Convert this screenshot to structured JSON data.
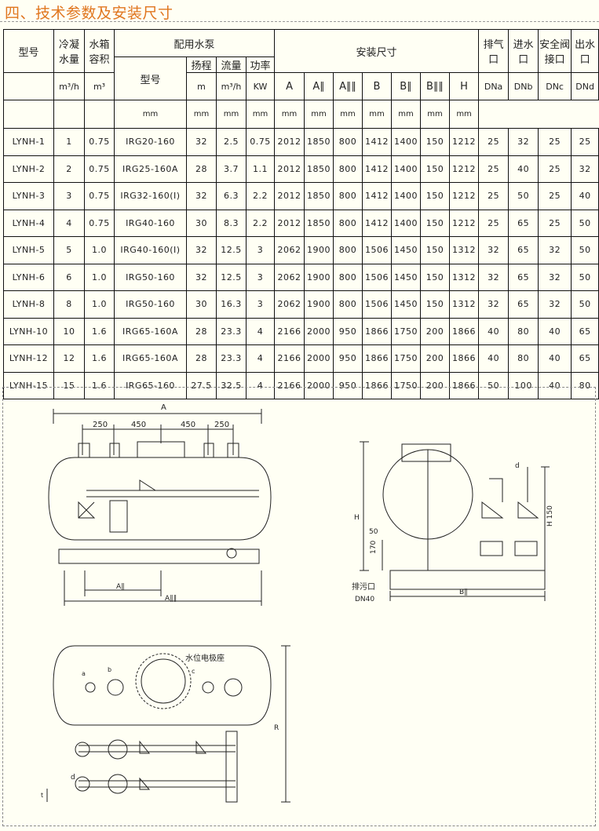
{
  "title": "四、技术参数及安装尺寸",
  "table": {
    "model_header": "型号",
    "cond_header": "冷凝水量",
    "tank_header": "水箱容积",
    "pump_group_header": "配用水泵",
    "pump_model_header": "型号",
    "head_header": "扬程",
    "flow_header": "流量",
    "power_header": "功率",
    "install_group_header": "安装尺寸",
    "dim_headers": [
      "A",
      "A∥",
      "A∥∥",
      "B",
      "B∥",
      "B∥∥",
      "H"
    ],
    "port_headers": [
      "排气口",
      "进水口",
      "安全阀接口",
      "出水口"
    ],
    "port_codes": [
      "DNa",
      "DNb",
      "DNc",
      "DNd"
    ],
    "units": [
      "m³/h",
      "m³",
      "m",
      "m³/h",
      "KW",
      "mm",
      "mm",
      "mm",
      "mm",
      "mm",
      "mm",
      "mm",
      "mm",
      "mm",
      "mm",
      "mm"
    ],
    "rows": [
      [
        "LYNH-1",
        "1",
        "0.75",
        "IRG20-160",
        "32",
        "2.5",
        "0.75",
        "2012",
        "1850",
        "800",
        "1412",
        "1400",
        "150",
        "1212",
        "25",
        "32",
        "25",
        "25"
      ],
      [
        "LYNH-2",
        "2",
        "0.75",
        "IRG25-160A",
        "28",
        "3.7",
        "1.1",
        "2012",
        "1850",
        "800",
        "1412",
        "1400",
        "150",
        "1212",
        "25",
        "40",
        "25",
        "32"
      ],
      [
        "LYNH-3",
        "3",
        "0.75",
        "IRG32-160(I)",
        "32",
        "6.3",
        "2.2",
        "2012",
        "1850",
        "800",
        "1412",
        "1400",
        "150",
        "1212",
        "25",
        "50",
        "25",
        "40"
      ],
      [
        "LYNH-4",
        "4",
        "0.75",
        "IRG40-160",
        "30",
        "8.3",
        "2.2",
        "2012",
        "1850",
        "800",
        "1412",
        "1400",
        "150",
        "1212",
        "25",
        "65",
        "25",
        "50"
      ],
      [
        "LYNH-5",
        "5",
        "1.0",
        "IRG40-160(I)",
        "32",
        "12.5",
        "3",
        "2062",
        "1900",
        "800",
        "1506",
        "1450",
        "150",
        "1312",
        "32",
        "65",
        "32",
        "50"
      ],
      [
        "LYNH-6",
        "6",
        "1.0",
        "IRG50-160",
        "32",
        "12.5",
        "3",
        "2062",
        "1900",
        "800",
        "1506",
        "1450",
        "150",
        "1312",
        "32",
        "65",
        "32",
        "50"
      ],
      [
        "LYNH-8",
        "8",
        "1.0",
        "IRG50-160",
        "30",
        "16.3",
        "3",
        "2062",
        "1900",
        "800",
        "1506",
        "1450",
        "150",
        "1312",
        "32",
        "65",
        "32",
        "50"
      ],
      [
        "LYNH-10",
        "10",
        "1.6",
        "IRG65-160A",
        "28",
        "23.3",
        "4",
        "2166",
        "2000",
        "950",
        "1866",
        "1750",
        "200",
        "1866",
        "40",
        "80",
        "40",
        "65"
      ],
      [
        "LYNH-12",
        "12",
        "1.6",
        "IRG65-160A",
        "28",
        "23.3",
        "4",
        "2166",
        "2000",
        "950",
        "1866",
        "1750",
        "200",
        "1866",
        "40",
        "80",
        "40",
        "65"
      ],
      [
        "LYNH-15",
        "15",
        "1.6",
        "IRG65-160",
        "27.5",
        "32.5",
        "4",
        "2166",
        "2000",
        "950",
        "1866",
        "1750",
        "200",
        "1866",
        "50",
        "100",
        "40",
        "80"
      ]
    ]
  },
  "drawing": {
    "front": {
      "dim_A": "A",
      "spacings": [
        "250",
        "450",
        "450",
        "250"
      ],
      "dim_A1": "A∥",
      "dim_A2": "A∥∥"
    },
    "side": {
      "label_d": "d",
      "dim_H": "H",
      "dim_H150": "H 150",
      "dim_50": "50",
      "dim_170": "170",
      "drain_label": "排污口",
      "drain_size": "DN40",
      "dim_B1": "B∥"
    },
    "top": {
      "label_a": "a",
      "label_b": "b",
      "label_c": "c",
      "label_d": "d",
      "electrode_label": "水位电极座",
      "dim_R": "R",
      "dim_t": "t"
    }
  },
  "colors": {
    "title": "#e0761f",
    "background": "#fffff4",
    "line": "#222222"
  }
}
